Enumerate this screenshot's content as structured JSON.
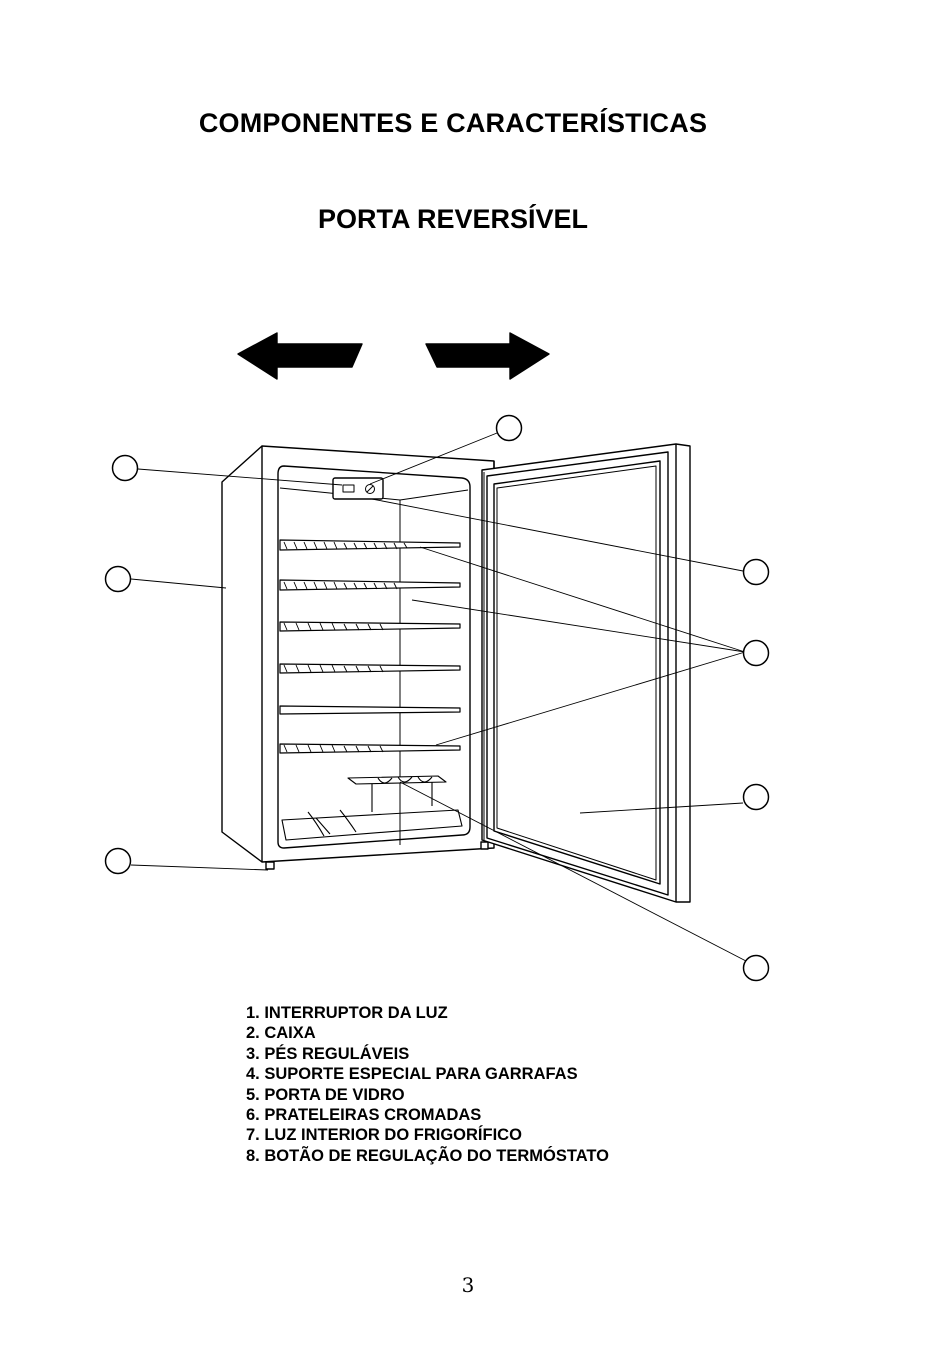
{
  "header": {
    "title": "COMPONENTES E CARACTERÍSTICAS",
    "subtitle": "PORTA REVERSÍVEL"
  },
  "figure": {
    "arrows": [
      "arrow-left-icon",
      "arrow-right-icon"
    ],
    "callouts": [
      "callout-top",
      "callout-left-upper",
      "callout-left-middle",
      "callout-left-lower",
      "callout-right-1",
      "callout-right-2",
      "callout-right-3",
      "callout-right-4"
    ]
  },
  "legend": {
    "items": [
      "1. INTERRUPTOR DA LUZ",
      "2. CAIXA",
      "3. PÉS REGULÁVEIS",
      "4. SUPORTE ESPECIAL PARA GARRAFAS",
      "5. PORTA DE VIDRO",
      "6. PRATELEIRAS CROMADAS",
      "7. LUZ INTERIOR DO FRIGORÍFICO",
      "8. BOTÃO DE REGULAÇÃO DO TERMÓSTATO"
    ]
  },
  "footer": {
    "page_number": "3"
  }
}
